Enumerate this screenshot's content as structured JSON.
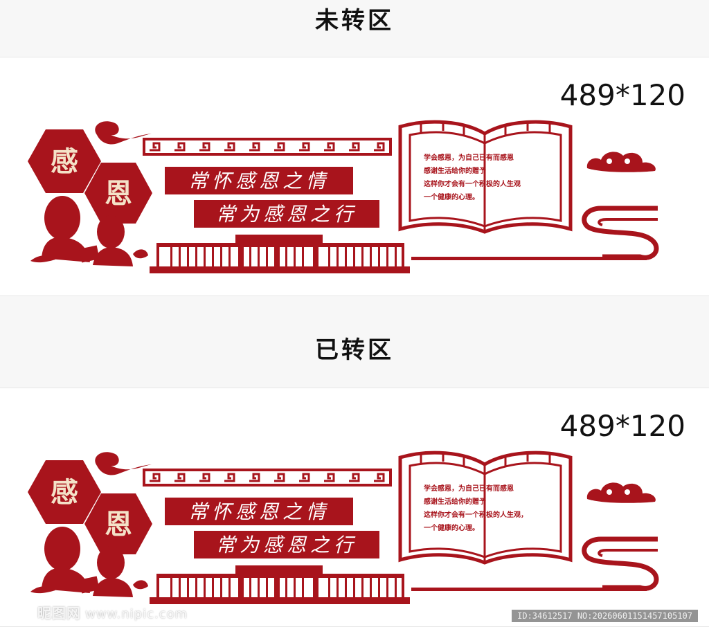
{
  "sections": [
    {
      "title": "未转区",
      "dimension": "489*120",
      "hex_chars": [
        "感",
        "恩"
      ],
      "banner_lines": [
        "常怀感恩之情",
        "常为感恩之行"
      ],
      "book_lines": [
        "学会感恩，为自己已有而感恩",
        "感谢生活给你的赠予",
        "这样你才会有一个积极的人生观",
        "一个健康的心理。"
      ]
    },
    {
      "title": "已转区",
      "dimension": "489*120",
      "hex_chars": [
        "感",
        "恩"
      ],
      "banner_lines": [
        "常怀感恩之情",
        "常为感恩之行"
      ],
      "book_lines": [
        "学会感恩，为自己已有而感恩",
        "感谢生活给你的赠予",
        "这样你才会有一个积极的人生观，",
        "一个健康的心理。"
      ]
    }
  ],
  "watermark": {
    "brand": "昵图网",
    "site": "www.nipic.com",
    "id_text": "ID:34612517 NO:20260601151457105107"
  },
  "colors": {
    "red": "#a8141c",
    "cream": "#f4e2c8"
  },
  "icons": [
    "cloud-icon",
    "scroll-curve-icon",
    "silhouette-icon",
    "building-icon",
    "open-book-icon"
  ]
}
